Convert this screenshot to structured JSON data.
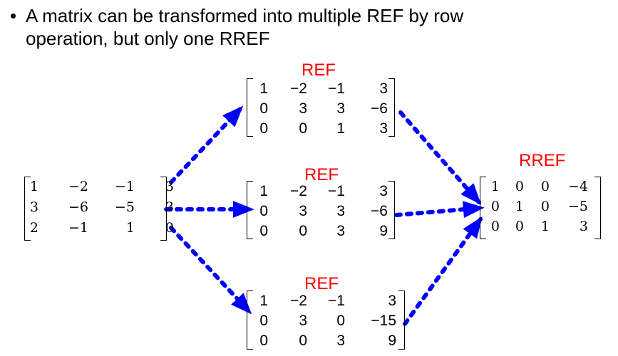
{
  "slide": {
    "bullet_line1": "A matrix can be transformed into multiple REF by row",
    "bullet_line2": "operation, but only one RREF"
  },
  "labels": {
    "ref_top": "REF",
    "ref_middle": "REF",
    "ref_bottom": "REF",
    "rref": "RREF",
    "label_color": "#ff0000"
  },
  "arrow_color": "#0000ff",
  "matrices": {
    "original": [
      [
        "1",
        "−2",
        "−1",
        "3"
      ],
      [
        "3",
        "−6",
        "−5",
        "3"
      ],
      [
        "2",
        "−1",
        "1",
        "0"
      ]
    ],
    "ref_top": [
      [
        "1",
        "−2",
        "−1",
        "3"
      ],
      [
        "0",
        "3",
        "3",
        "−6"
      ],
      [
        "0",
        "0",
        "1",
        "3"
      ]
    ],
    "ref_middle": [
      [
        "1",
        "−2",
        "−1",
        "3"
      ],
      [
        "0",
        "3",
        "3",
        "−6"
      ],
      [
        "0",
        "0",
        "3",
        "9"
      ]
    ],
    "ref_bottom": [
      [
        "1",
        "−2",
        "−1",
        "3"
      ],
      [
        "0",
        "3",
        "0",
        "−15"
      ],
      [
        "0",
        "0",
        "3",
        "9"
      ]
    ],
    "rref": [
      [
        "1",
        "0",
        "0",
        "−4"
      ],
      [
        "0",
        "1",
        "0",
        "−5"
      ],
      [
        "0",
        "0",
        "1",
        "3"
      ]
    ]
  }
}
